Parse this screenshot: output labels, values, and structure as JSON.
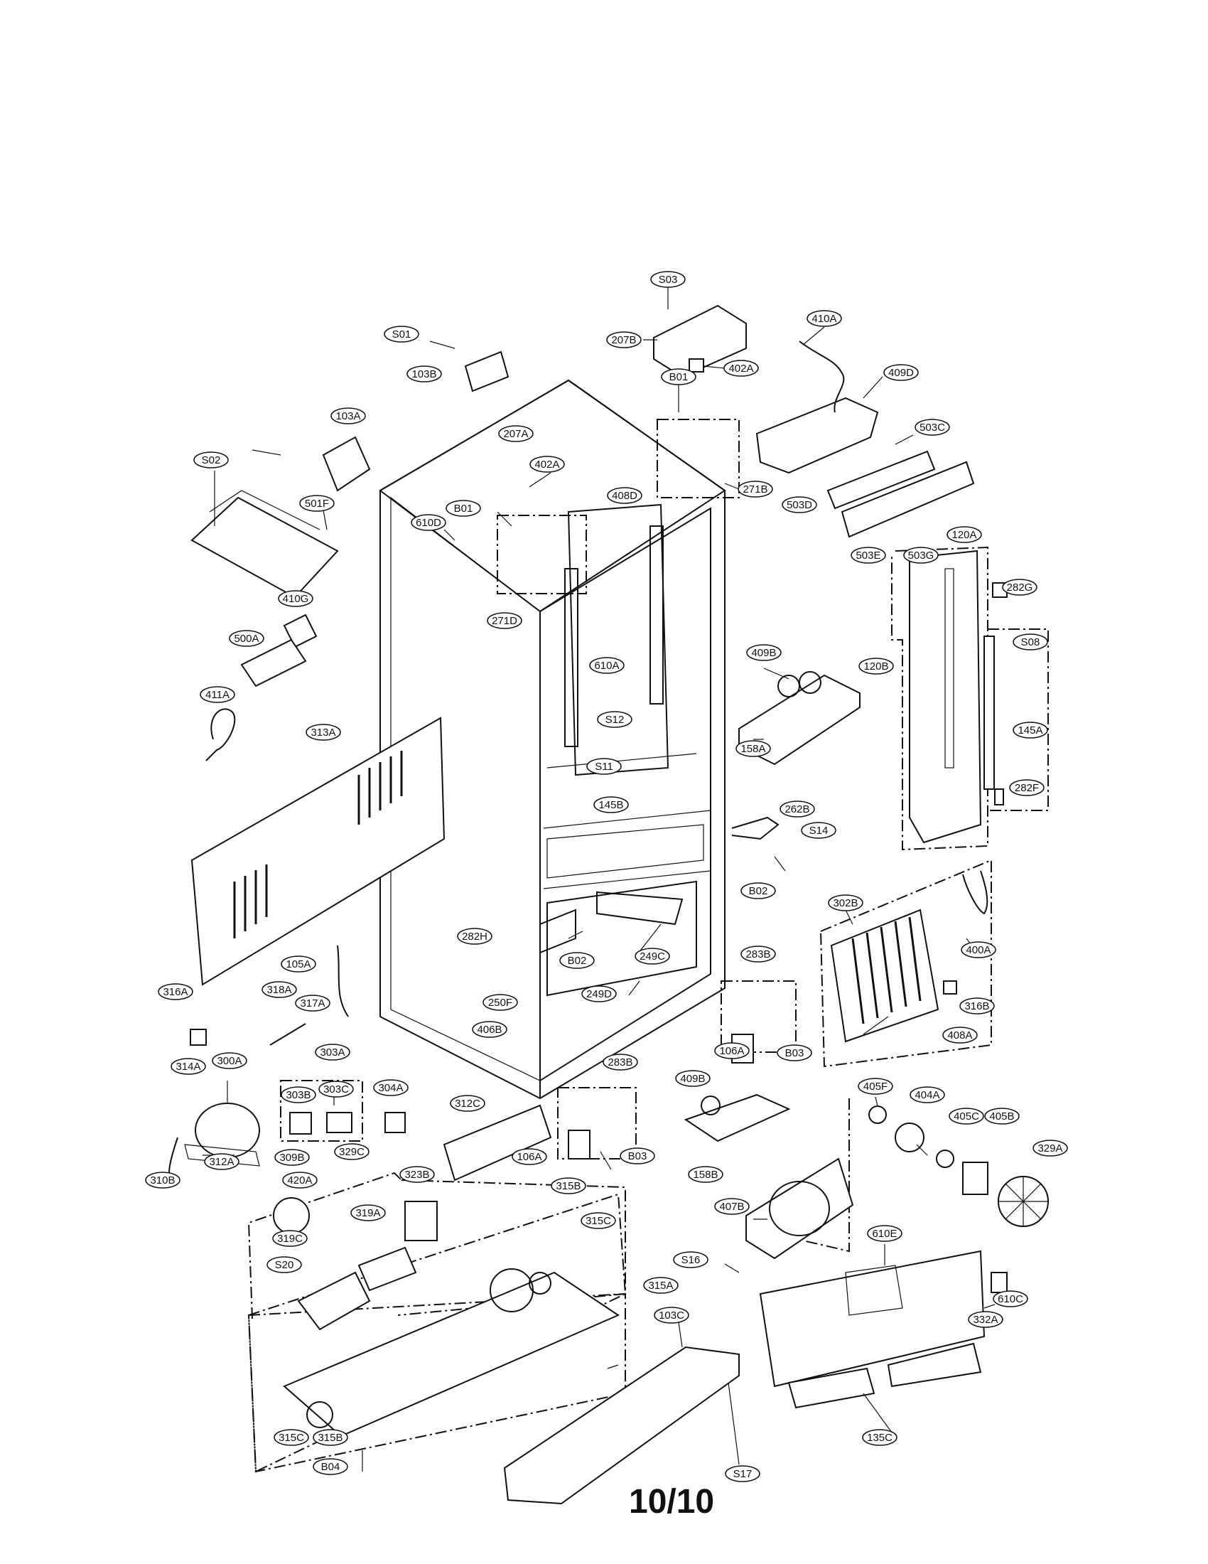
{
  "page": {
    "label": "10/10"
  },
  "callouts": [
    {
      "id": "S03"
    },
    {
      "id": "207B"
    },
    {
      "id": "402A"
    },
    {
      "id": "B01"
    },
    {
      "id": "410A"
    },
    {
      "id": "409D"
    },
    {
      "id": "503C"
    },
    {
      "id": "271B"
    },
    {
      "id": "503D"
    },
    {
      "id": "503E"
    },
    {
      "id": "503G"
    },
    {
      "id": "120A"
    },
    {
      "id": "282G"
    },
    {
      "id": "S08"
    },
    {
      "id": "120B"
    },
    {
      "id": "145A"
    },
    {
      "id": "282F"
    },
    {
      "id": "409B"
    },
    {
      "id": "158A"
    },
    {
      "id": "262B"
    },
    {
      "id": "S14"
    },
    {
      "id": "B02"
    },
    {
      "id": "302B"
    },
    {
      "id": "400A"
    },
    {
      "id": "316B"
    },
    {
      "id": "408A"
    },
    {
      "id": "283B"
    },
    {
      "id": "B03"
    },
    {
      "id": "106A"
    },
    {
      "id": "S01"
    },
    {
      "id": "103B"
    },
    {
      "id": "103A"
    },
    {
      "id": "S02"
    },
    {
      "id": "501F"
    },
    {
      "id": "207A"
    },
    {
      "id": "402A"
    },
    {
      "id": "B01"
    },
    {
      "id": "408D"
    },
    {
      "id": "610D"
    },
    {
      "id": "271D"
    },
    {
      "id": "610A"
    },
    {
      "id": "S12"
    },
    {
      "id": "S11"
    },
    {
      "id": "145B"
    },
    {
      "id": "410G"
    },
    {
      "id": "500A"
    },
    {
      "id": "411A"
    },
    {
      "id": "313A"
    },
    {
      "id": "282H"
    },
    {
      "id": "B02"
    },
    {
      "id": "249C"
    },
    {
      "id": "249D"
    },
    {
      "id": "250F"
    },
    {
      "id": "406B"
    },
    {
      "id": "105A"
    },
    {
      "id": "318A"
    },
    {
      "id": "317A"
    },
    {
      "id": "316A"
    },
    {
      "id": "303A"
    },
    {
      "id": "303B"
    },
    {
      "id": "303C"
    },
    {
      "id": "304A"
    },
    {
      "id": "314A"
    },
    {
      "id": "300A"
    },
    {
      "id": "312A"
    },
    {
      "id": "310B"
    },
    {
      "id": "312C"
    },
    {
      "id": "283B"
    },
    {
      "id": "106A"
    },
    {
      "id": "B03"
    },
    {
      "id": "409B"
    },
    {
      "id": "158B"
    },
    {
      "id": "405F"
    },
    {
      "id": "404A"
    },
    {
      "id": "405C"
    },
    {
      "id": "405B"
    },
    {
      "id": "329A"
    },
    {
      "id": "407B"
    },
    {
      "id": "610E"
    },
    {
      "id": "S16"
    },
    {
      "id": "610C"
    },
    {
      "id": "332A"
    },
    {
      "id": "309B"
    },
    {
      "id": "420A"
    },
    {
      "id": "329C"
    },
    {
      "id": "323B"
    },
    {
      "id": "315B"
    },
    {
      "id": "315C"
    },
    {
      "id": "319A"
    },
    {
      "id": "319C"
    },
    {
      "id": "S20"
    },
    {
      "id": "315A"
    },
    {
      "id": "103C"
    },
    {
      "id": "S17"
    },
    {
      "id": "135C"
    },
    {
      "id": "315C"
    },
    {
      "id": "315B"
    },
    {
      "id": "B04"
    }
  ]
}
